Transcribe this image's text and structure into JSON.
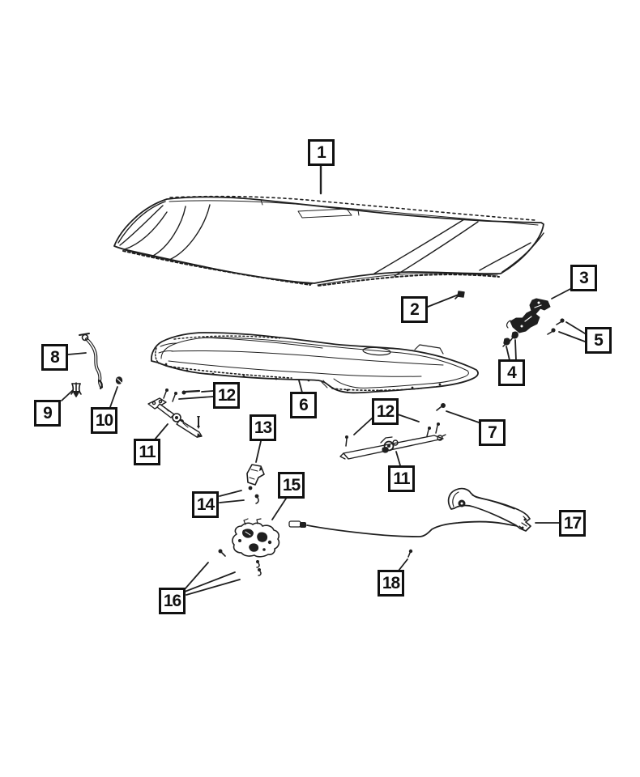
{
  "diagram": {
    "kind": "exploded-parts-line-drawing",
    "colors": {
      "background": "#ffffff",
      "line": "#1f1f1f",
      "callout_border": "#111111",
      "callout_text": "#111111"
    },
    "callouts": [
      {
        "label": "1"
      },
      {
        "label": "2"
      },
      {
        "label": "3"
      },
      {
        "label": "4"
      },
      {
        "label": "5"
      },
      {
        "label": "6"
      },
      {
        "label": "7"
      },
      {
        "label": "8"
      },
      {
        "label": "9"
      },
      {
        "label": "10"
      },
      {
        "label": "11"
      },
      {
        "label": "11"
      },
      {
        "label": "12"
      },
      {
        "label": "12"
      },
      {
        "label": "13"
      },
      {
        "label": "14"
      },
      {
        "label": "15"
      },
      {
        "label": "16"
      },
      {
        "label": "17"
      },
      {
        "label": "18"
      }
    ]
  }
}
